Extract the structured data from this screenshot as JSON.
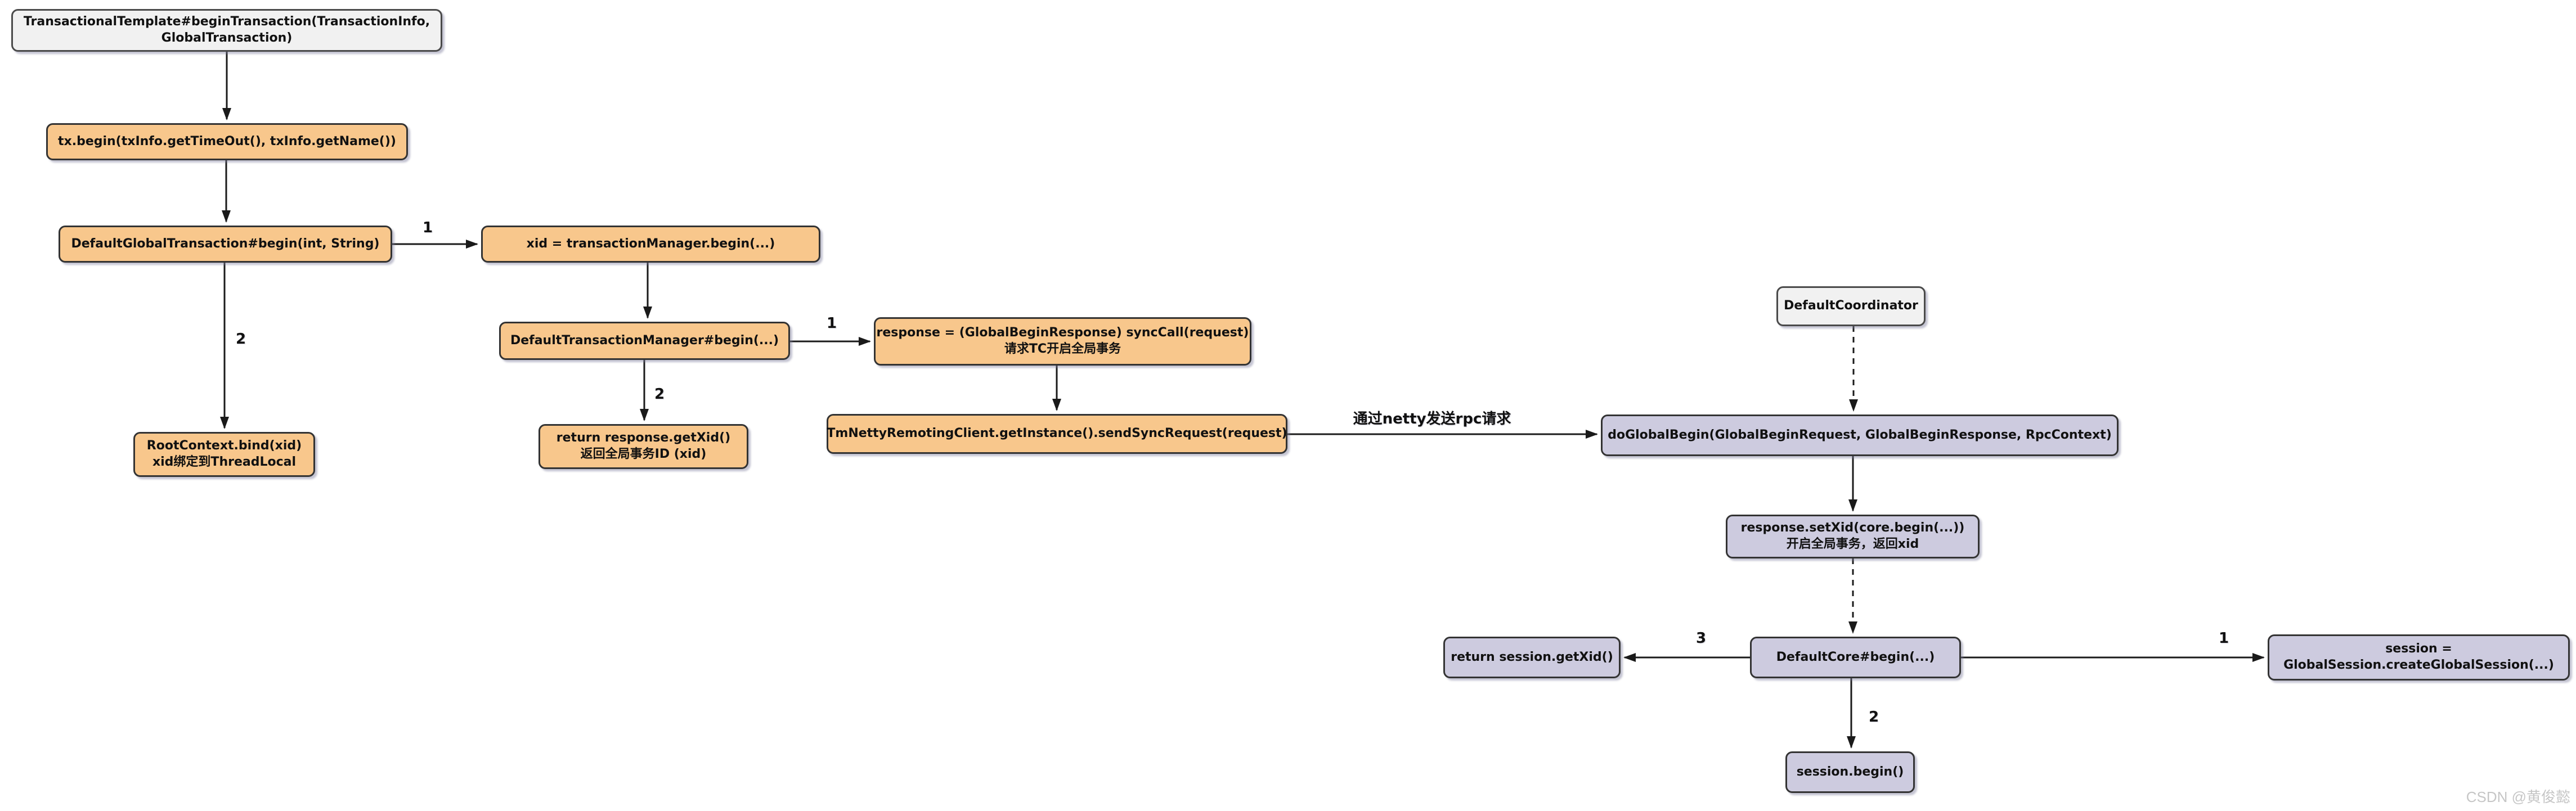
{
  "watermark": "CSDN @黄俊懿",
  "colors": {
    "client_node_orange": "#F8C78C",
    "server_node_lavender": "#CDCBDF",
    "entry_node_gray": "#F1F1F1",
    "node_border": "#333333",
    "edge_black": "#1A1A1A",
    "watermark_gray": "#C6C6C6"
  },
  "nodes": {
    "transactional_template": {
      "line1": "TransactionalTemplate#beginTransaction(TransactionInfo,",
      "line2": "GlobalTransaction)"
    },
    "tx_begin": {
      "line1": "tx.begin(txInfo.getTimeOut(), txInfo.getName())"
    },
    "default_global_transaction": {
      "line1": "DefaultGlobalTransaction#begin(int, String)"
    },
    "xid_assign": {
      "line1": "xid = transactionManager.begin(...)"
    },
    "root_context_bind": {
      "line1": "RootContext.bind(xid)",
      "line2": "xid绑定到ThreadLocal"
    },
    "default_transaction_manager": {
      "line1": "DefaultTransactionManager#begin(...)"
    },
    "response_sync_call": {
      "line1": "response = (GlobalBeginResponse) syncCall(request)",
      "line2": "请求TC开启全局事务"
    },
    "return_response_xid": {
      "line1": "return response.getXid()",
      "line2": "返回全局事务ID (xid)"
    },
    "tm_netty_client": {
      "line1": "TmNettyRemotingClient.getInstance().sendSyncRequest(request)"
    },
    "do_global_begin": {
      "line1": "doGlobalBegin(GlobalBeginRequest, GlobalBeginResponse, RpcContext)"
    },
    "default_coordinator": {
      "line1": "DefaultCoordinator"
    },
    "response_set_xid": {
      "line1": "response.setXid(core.begin(...))",
      "line2": "开启全局事务，返回xid"
    },
    "default_core_begin": {
      "line1": "DefaultCore#begin(...)"
    },
    "return_session_xid": {
      "line1": "return session.getXid()"
    },
    "create_global_session": {
      "line1": "session =",
      "line2": "GlobalSession.createGlobalSession(...)"
    },
    "session_begin": {
      "line1": "session.begin()"
    }
  },
  "edge_labels": {
    "global_tx_to_manager_begin": "1",
    "global_tx_to_root_context": "2",
    "manager_to_sync_call": "1",
    "manager_to_return_xid": "2",
    "netty_rpc": "通过netty发送rpc请求",
    "core_to_return_session_xid": "3",
    "core_to_create_session": "1",
    "core_to_session_begin": "2"
  }
}
